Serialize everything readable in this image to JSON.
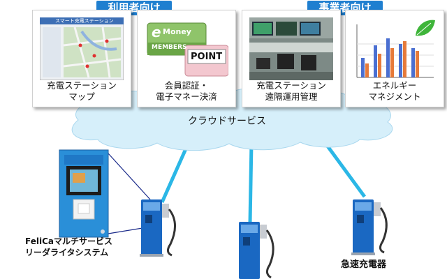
{
  "headers": {
    "user": "利用者向け",
    "business": "事業者向け"
  },
  "cards": [
    {
      "line1": "充電ステーション",
      "line2": "マップ",
      "icon": "map-screenshot"
    },
    {
      "line1": "会員認証・",
      "line2": "電子マネー決済",
      "icon": "member-cards"
    },
    {
      "line1": "充電ステーション",
      "line2": "遠隔運用管理",
      "icon": "control-room-photo"
    },
    {
      "line1": "エネルギー",
      "line2": "マネジメント",
      "icon": "bar-chart-leaf"
    }
  ],
  "card_assets": {
    "map_title": "スマート充電ステーション",
    "emoney_top": "Money",
    "emoney_e": "e",
    "emoney_sub": "MEMBERS",
    "point": "POINT"
  },
  "cloud": {
    "label": "クラウドサービス"
  },
  "reader_label": {
    "line1": "FeliCaマルチサービス",
    "line2": "リーダライタシステム"
  },
  "charger_label": "急速充電器",
  "colors": {
    "header_bg": "#1f7fd0",
    "cloud_fill": "#d6effa",
    "link_line": "#2bb7e6",
    "charger_blue": "#1a68c2"
  }
}
